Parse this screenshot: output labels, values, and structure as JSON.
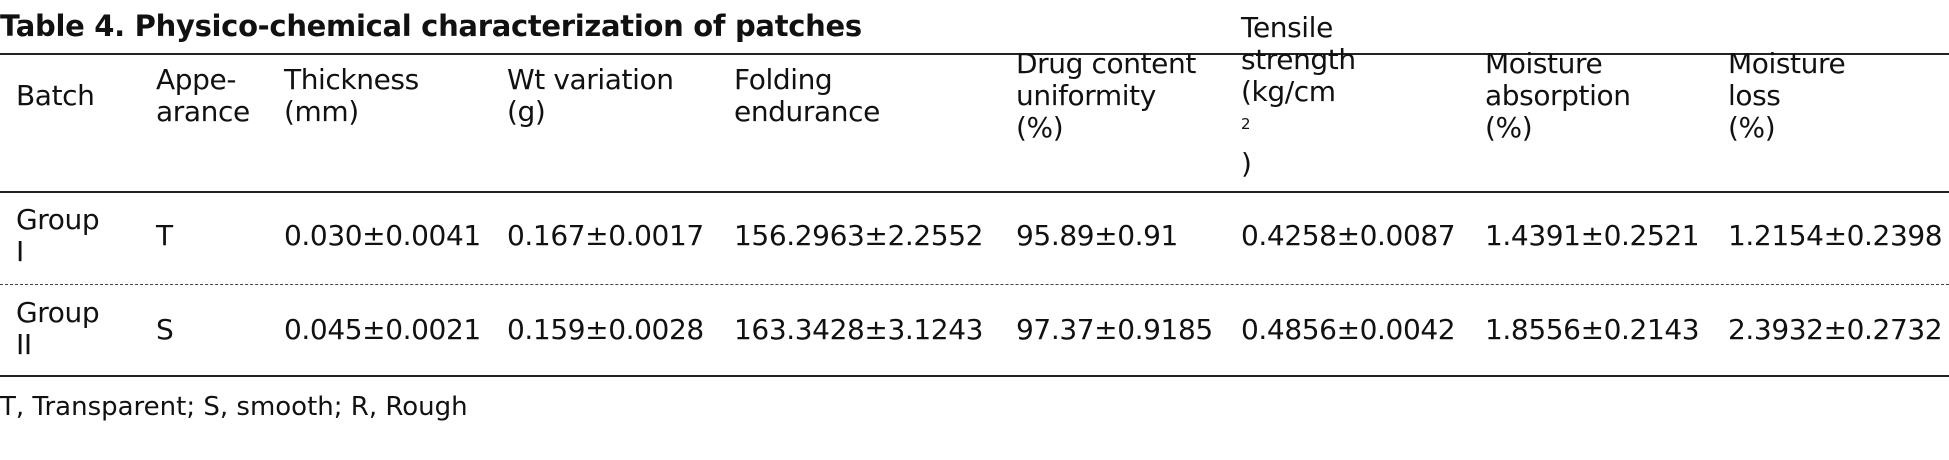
{
  "table": {
    "title": "Table 4. Physico-chemical characterization of patches",
    "headers": [
      {
        "lines": [
          "Batch"
        ]
      },
      {
        "lines": [
          "Appe-",
          "arance"
        ]
      },
      {
        "lines": [
          "Thickness",
          "(mm)"
        ]
      },
      {
        "lines": [
          "Wt variation",
          "(g)"
        ]
      },
      {
        "lines": [
          "Folding",
          "endurance"
        ]
      },
      {
        "lines": [
          "Drug content",
          "uniformity",
          "(%)"
        ]
      },
      {
        "lines": [
          "Tensile",
          "strength",
          "(kg/cm",
          "2",
          ")"
        ]
      },
      {
        "lines": [
          "Moisture",
          "absorption",
          "(%)"
        ]
      },
      {
        "lines": [
          "Moisture",
          "loss",
          "(%)"
        ]
      }
    ],
    "rows": [
      {
        "batch": [
          "Group",
          "I"
        ],
        "cells": [
          "T",
          "0.030±0.0041",
          "0.167±0.0017",
          "156.2963±2.2552",
          "95.89±0.91",
          "0.4258±0.0087",
          "1.4391±0.2521",
          "1.2154±0.2398"
        ]
      },
      {
        "batch": [
          "Group",
          "II"
        ],
        "cells": [
          "S",
          "0.045±0.0021",
          "0.159±0.0028",
          "163.3428±3.1243",
          "97.37±0.9185",
          "0.4856±0.0042",
          "1.8556±0.2143",
          "2.3932±0.2732"
        ]
      }
    ],
    "footnote": "T, Transparent; S, smooth; R, Rough"
  }
}
